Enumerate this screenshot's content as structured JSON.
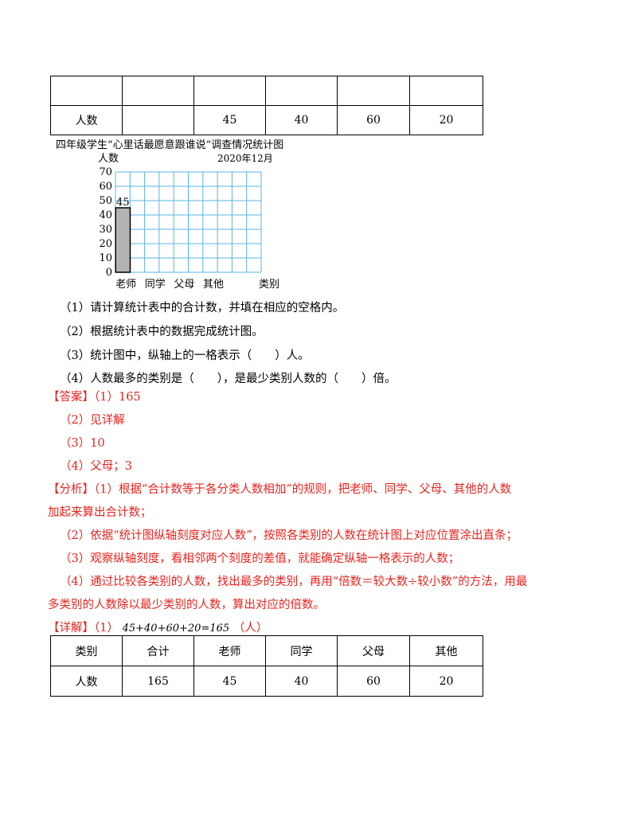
{
  "top_table": {
    "header_row": [
      "",
      "",
      "",
      "",
      "",
      ""
    ],
    "data_row": [
      "人数",
      "",
      "45",
      "40",
      "60",
      "20"
    ]
  },
  "chart_data": {
    "type": "bar",
    "title": "四年级学生“心里话最愿意跟谁说”调查情况统计图",
    "subtitle": "2020年12月",
    "ylabel": "人数",
    "xlabel": "类别",
    "categories": [
      "老师",
      "同学",
      "父母",
      "其他"
    ],
    "values": [
      45,
      null,
      null,
      null
    ],
    "data_labels": [
      "45",
      "",
      "",
      ""
    ],
    "yticks": [
      "0",
      "10",
      "20",
      "30",
      "40",
      "50",
      "60",
      "70"
    ],
    "ylim": [
      0,
      70
    ],
    "grid": true,
    "colors": {
      "grid": "#5ab4e6",
      "bar": "#b3b3b3"
    }
  },
  "questions": [
    "（1）请计算统计表中的合计数，并填在相应的空格内。",
    "（2）根据统计表中的数据完成统计图。",
    "（3）统计图中，纵轴上的一格表示（　　）人。",
    "（4）人数最多的类别是（　　），是最少类别人数的（　　）倍。"
  ],
  "answer": {
    "label": "【答案】",
    "lines": [
      "（1）165",
      "（2）见详解",
      "（3）10",
      "（4）父母；3"
    ]
  },
  "analysis": {
    "label": "【分析】",
    "lines": [
      "（1）根据“合计数等于各分类人数相加”的规则，把老师、同学、父母、其他的人数",
      "加起来算出合计数；",
      "（2）依据“统计图纵轴刻度对应人数”，按照各类别的人数在统计图上对应位置涂出直条；",
      "（3）观察纵轴刻度，看相邻两个刻度的差值，就能确定纵轴一格表示的人数；",
      "（4）通过比较各类别的人数，找出最多的类别，再用“倍数＝较大数÷较小数”的方法，用最",
      "多类别的人数除以最少类别的人数，算出对应的倍数。"
    ]
  },
  "detail": {
    "label": "【详解】",
    "prefix": "（1）",
    "formula": "45+40+60+20=165",
    "unit": "（人）"
  },
  "bottom_table": {
    "header_row": [
      "类别",
      "合计",
      "老师",
      "同学",
      "父母",
      "其他"
    ],
    "data_row": [
      "人数",
      "165",
      "45",
      "40",
      "60",
      "20"
    ]
  }
}
